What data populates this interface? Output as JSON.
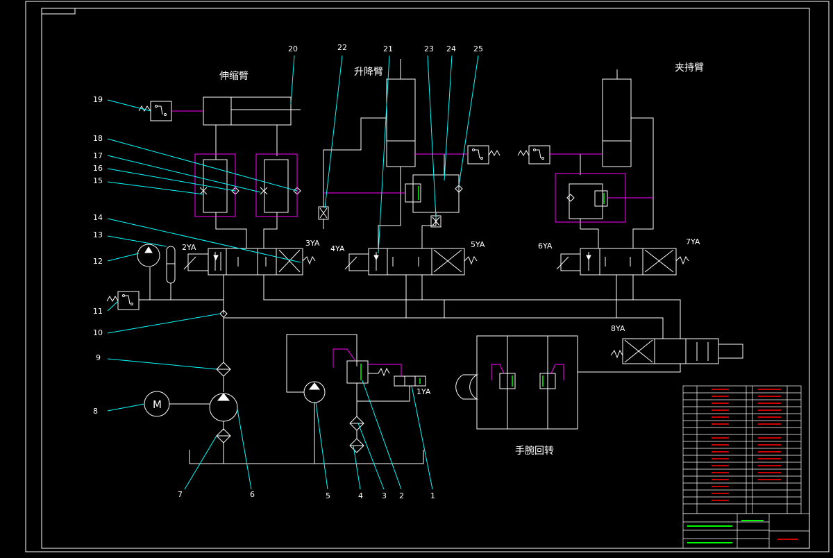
{
  "colors": {
    "background": "#000000",
    "line": "#ffffff",
    "leader": "#00ffff",
    "signal": "#ff00ff",
    "spool": "#00ff00",
    "table_text": "#ff0000",
    "title_text": "#00ff00"
  },
  "section_titles": {
    "telescopic_arm": "伸缩臂",
    "lifting_arm": "升降臂",
    "clamping_arm": "夹持臂",
    "wrist_rotation": "手腕回转"
  },
  "solenoids": {
    "s1": "1YA",
    "s2": "2YA",
    "s3": "3YA",
    "s4": "4YA",
    "s5": "5YA",
    "s6": "6YA",
    "s7": "7YA",
    "s8": "8YA"
  },
  "callouts": {
    "n1": "1",
    "n2": "2",
    "n3": "3",
    "n4": "4",
    "n5": "5",
    "n6": "6",
    "n7": "7",
    "n8": "8",
    "n9": "9",
    "n10": "10",
    "n11": "11",
    "n12": "12",
    "n13": "13",
    "n14": "14",
    "n15": "15",
    "n16": "16",
    "n17": "17",
    "n18": "18",
    "n19": "19",
    "n20": "20",
    "n21": "21",
    "n22": "22",
    "n23": "23",
    "n24": "24",
    "n25": "25"
  },
  "symbols": {
    "motor": "M"
  }
}
